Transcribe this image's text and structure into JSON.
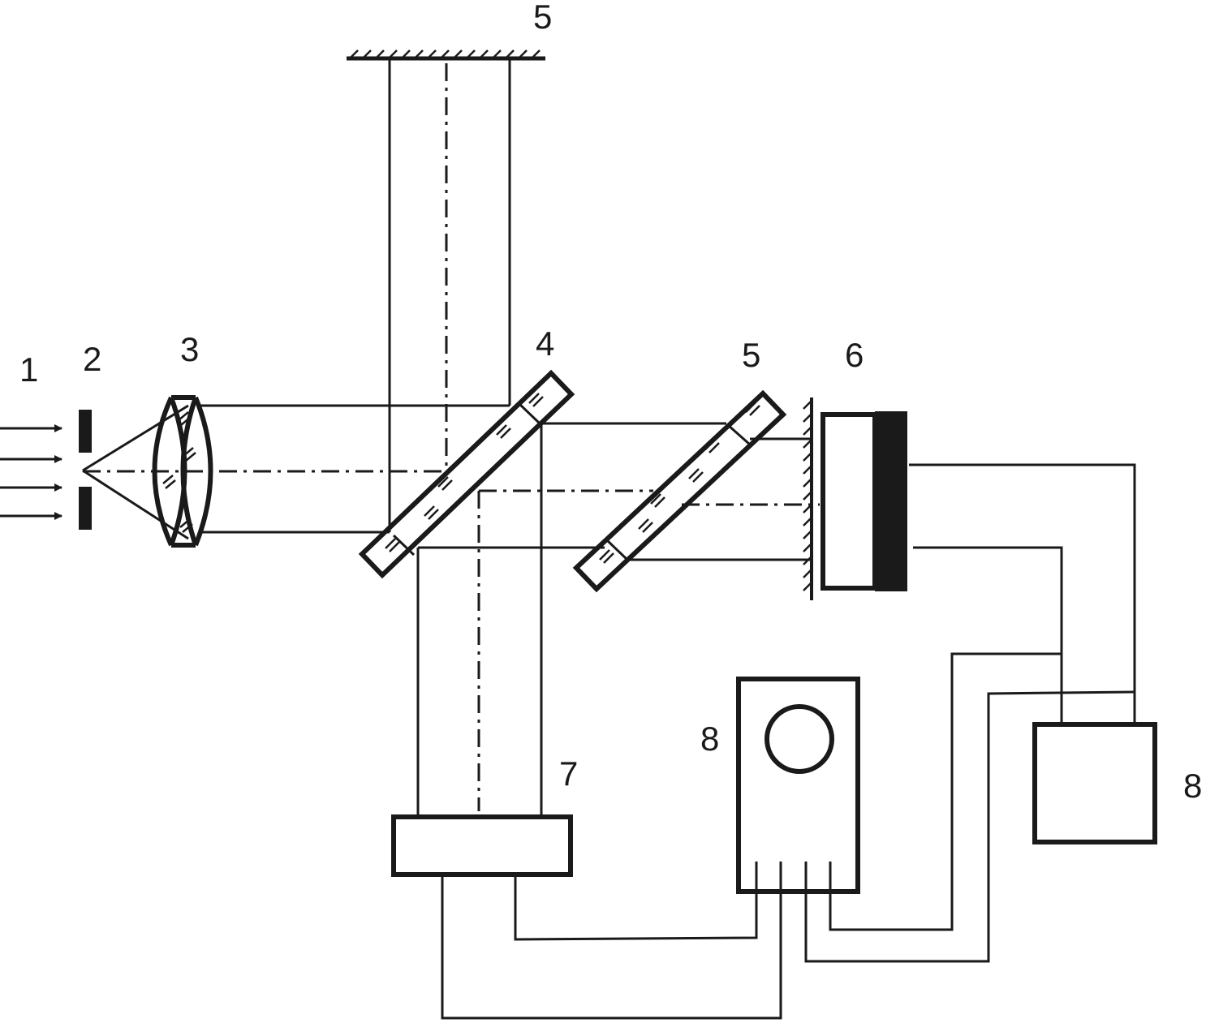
{
  "labels": {
    "light_source": "1",
    "aperture": "2",
    "lens": "3",
    "beam_splitter": "4",
    "mirror_top": "5",
    "mirror_right": "5",
    "detector": "6",
    "camera": "7",
    "oscilloscope": "8",
    "recorder": "8"
  },
  "colors": {
    "ink": "#1a1a1a",
    "background": "#ffffff"
  }
}
